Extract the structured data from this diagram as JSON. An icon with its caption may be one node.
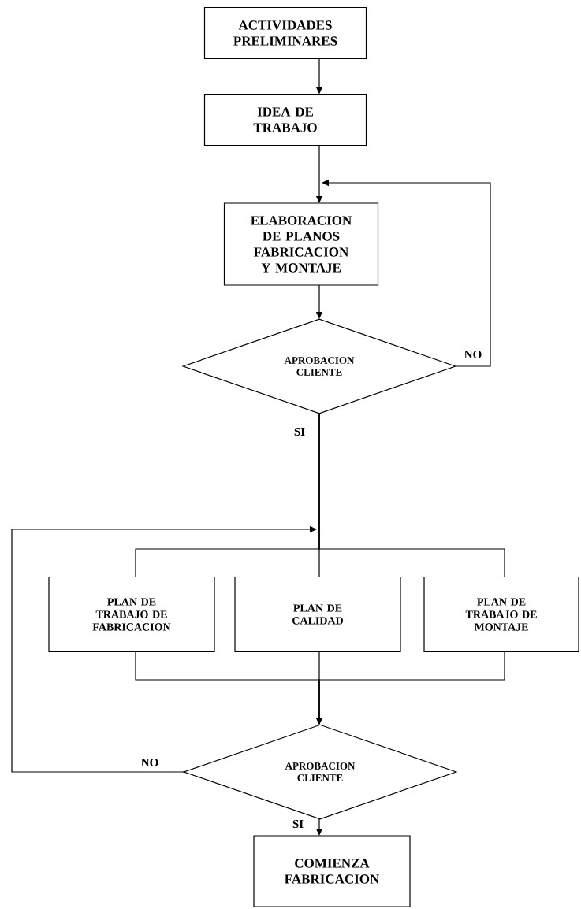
{
  "diagram": {
    "nodes": [
      {
        "text": [
          "ACTIVIDADES PRELIMINARES"
        ]
      },
      {
        "text": [
          "IDEA DE TRABAJO"
        ]
      },
      {
        "text": [
          "ELABORACION DE PLANOS FABRICACION Y MONTAJE"
        ]
      },
      {
        "text": [
          "APROBACION CLIENTE"
        ]
      },
      {
        "text": [
          "PLAN DE TRABAJO DE FABRICACION"
        ]
      },
      {
        "text": [
          "PLAN DE CALIDAD"
        ]
      },
      {
        "text": [
          "PLAN DE TRABAJO DE MONTAJE"
        ]
      },
      {
        "text": [
          "APROBACION CLIENTE"
        ]
      },
      {
        "text": [
          "COMIENZA FABRICACION"
        ]
      }
    ],
    "edges": [
      {
        "from": 0,
        "to": 1,
        "arrow": "to"
      },
      {
        "from": 1,
        "to": 2,
        "arrow": "to"
      },
      {
        "from": 2,
        "to": 3,
        "arrow": "to"
      },
      {
        "from": 3,
        "to": 2,
        "arrow": "to",
        "label": "NO"
      },
      {
        "from": 3,
        "to": 4,
        "arrow": "none"
      },
      {
        "from": 3,
        "to": 5,
        "arrow": "none",
        "label": "SI"
      },
      {
        "from": 3,
        "to": 6,
        "arrow": "none"
      },
      {
        "from": 4,
        "to": 7,
        "arrow": "to"
      },
      {
        "from": 5,
        "to": 7,
        "arrow": "to"
      },
      {
        "from": 6,
        "to": 7,
        "arrow": "to"
      },
      {
        "from": 7,
        "to": 5,
        "arrow": "to",
        "label": "NO"
      },
      {
        "from": 7,
        "to": 8,
        "arrow": "to",
        "label": "SI"
      }
    ]
  }
}
